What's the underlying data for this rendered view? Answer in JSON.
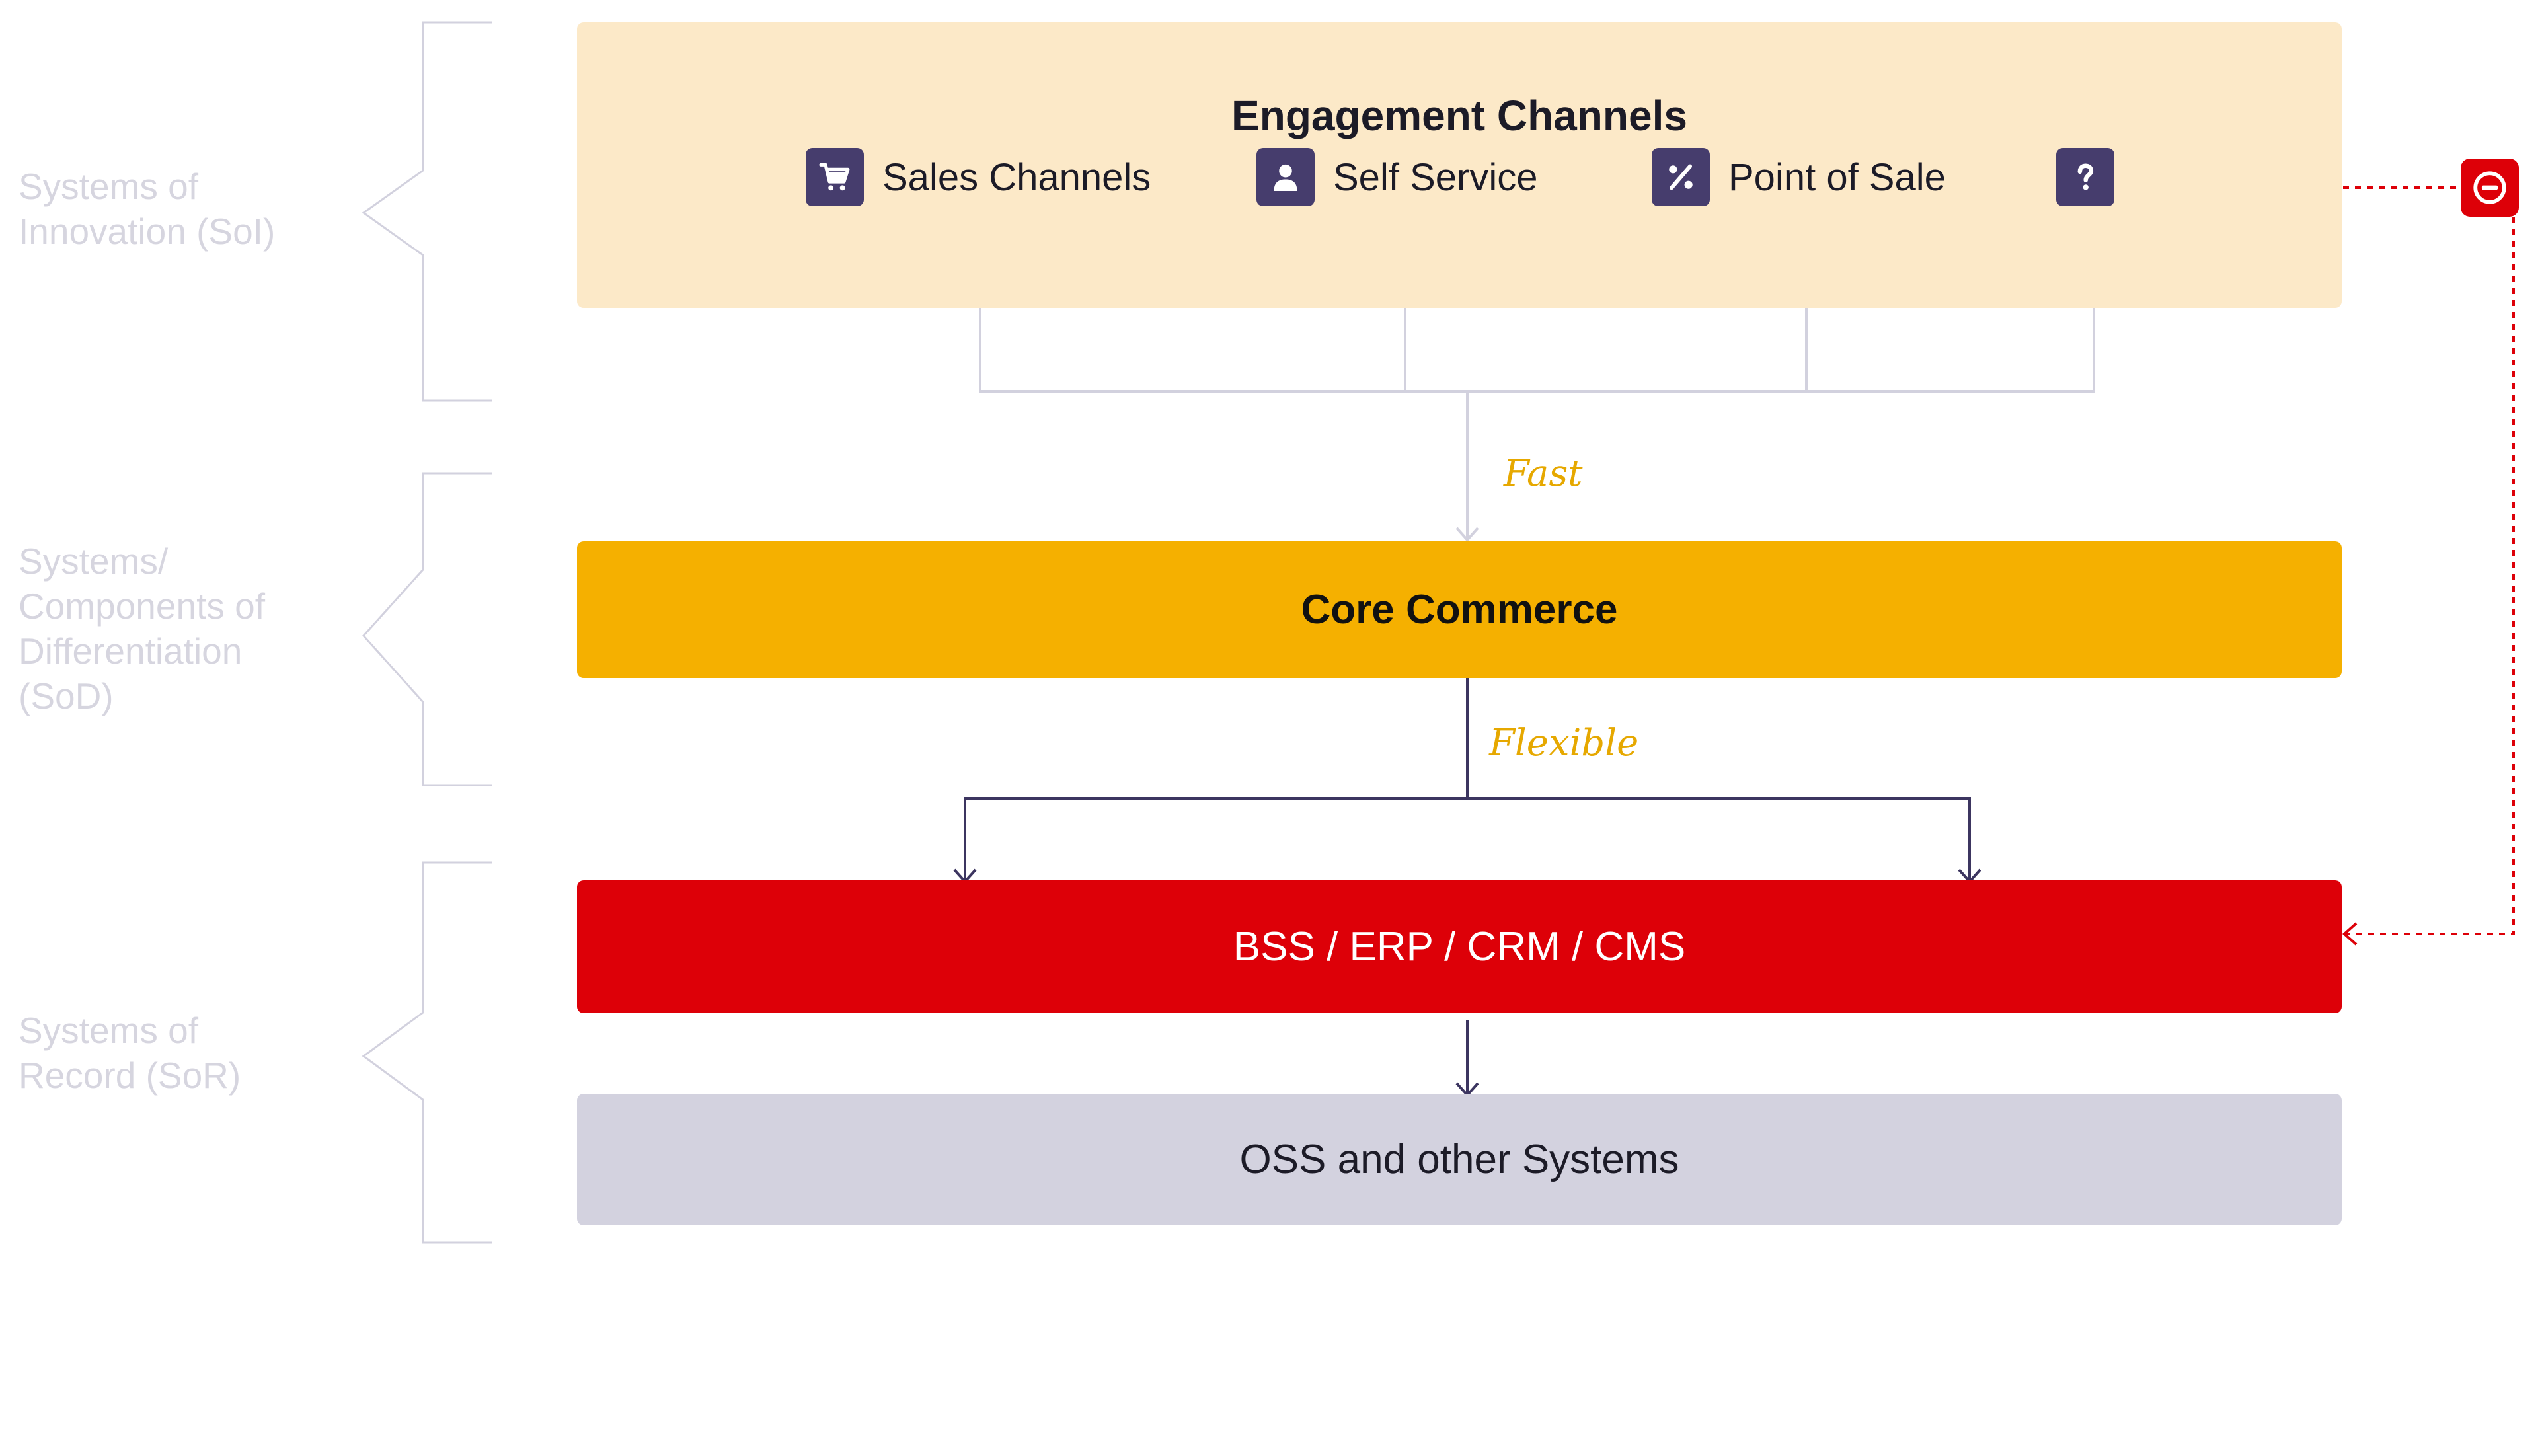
{
  "colors": {
    "engagement_bg": "#fce9c8",
    "core_bg": "#f5b000",
    "sor_bg": "#dd0008",
    "oss_bg": "#d3d2df",
    "icon_bg": "#463d6d",
    "edge_label": "#e6a800",
    "flow_line": "#3c3560",
    "connector_line": "#d2d1de",
    "dotted_line": "#dd0008",
    "layer_label": "#d6d5df"
  },
  "layers": [
    {
      "label": "Systems of\nInnovation (SoI)"
    },
    {
      "label": "Systems/\nComponents of\nDifferentiation\n(SoD)"
    },
    {
      "label": "Systems of\nRecord (SoR)"
    }
  ],
  "engagement": {
    "title": "Engagement Channels",
    "channels": [
      {
        "label": "Sales Channels",
        "icon": "cart-icon"
      },
      {
        "label": "Self Service",
        "icon": "user-icon"
      },
      {
        "label": "Point of Sale",
        "icon": "percent-icon"
      },
      {
        "label": "",
        "icon": "question-icon"
      }
    ]
  },
  "core": {
    "title": "Core Commerce"
  },
  "sor": {
    "title": "BSS / ERP / CRM / CMS"
  },
  "oss": {
    "title": "OSS and other Systems"
  },
  "edges": {
    "fast": "Fast",
    "flexible": "Flexible"
  },
  "marker": {
    "icon": "stop-icon"
  }
}
